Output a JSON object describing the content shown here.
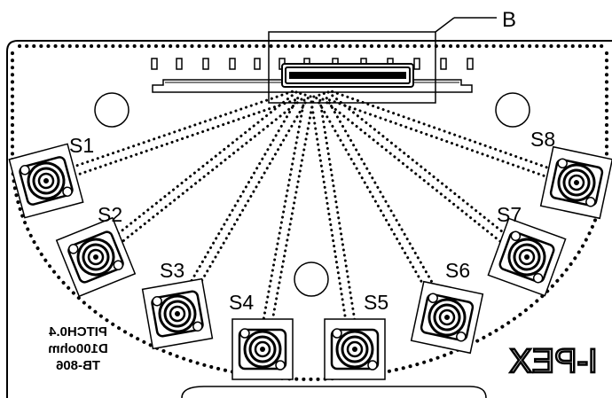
{
  "callout": {
    "label": "B"
  },
  "ports": [
    {
      "label": "S1"
    },
    {
      "label": "S2"
    },
    {
      "label": "S3"
    },
    {
      "label": "S4"
    },
    {
      "label": "S5"
    },
    {
      "label": "S6"
    },
    {
      "label": "S7"
    },
    {
      "label": "S8"
    }
  ],
  "silkscreen": {
    "line1": "PITCH0.4",
    "line2": "D100ohm",
    "line3": "TB-806"
  },
  "logo": {
    "text": "I-PEX"
  },
  "colors": {
    "ink": "#000000",
    "paper": "#ffffff",
    "shade": "#d8d8d8"
  }
}
